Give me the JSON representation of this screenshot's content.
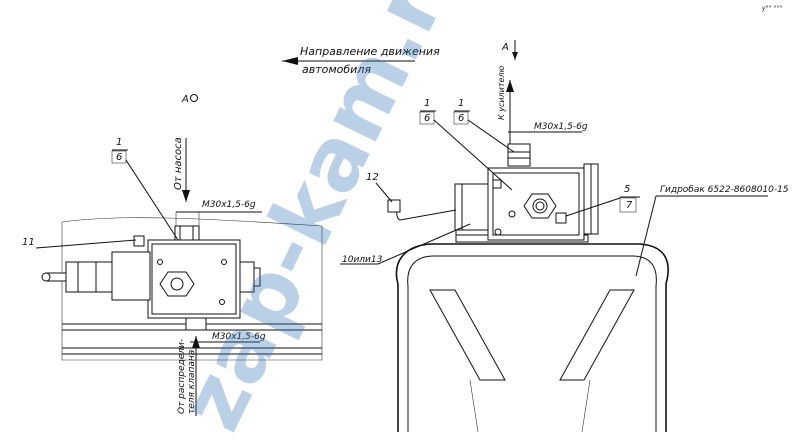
{
  "corner_mark": "y°° °°°",
  "direction_label": {
    "line1": "Направление движения",
    "line2": "автомобиля"
  },
  "view_labels": [
    "А"
  ],
  "labels": {
    "inlet": "От насоса",
    "thread": "М30х1,5-6g",
    "outlet_line1": "От распредели-",
    "outlet_line2": "теля клапана",
    "booster": "К усилителю",
    "tank": "Гидробак   6522-8608010-15"
  },
  "callouts": [
    {
      "num": "1",
      "sub": "6"
    },
    {
      "num": "11"
    },
    {
      "num": "1",
      "sub": "6"
    },
    {
      "num": "1",
      "sub": "6"
    },
    {
      "num": "5",
      "sub": "7"
    },
    {
      "num": "12"
    },
    {
      "num": "10или13"
    }
  ],
  "watermark": "zap-kam.ru"
}
